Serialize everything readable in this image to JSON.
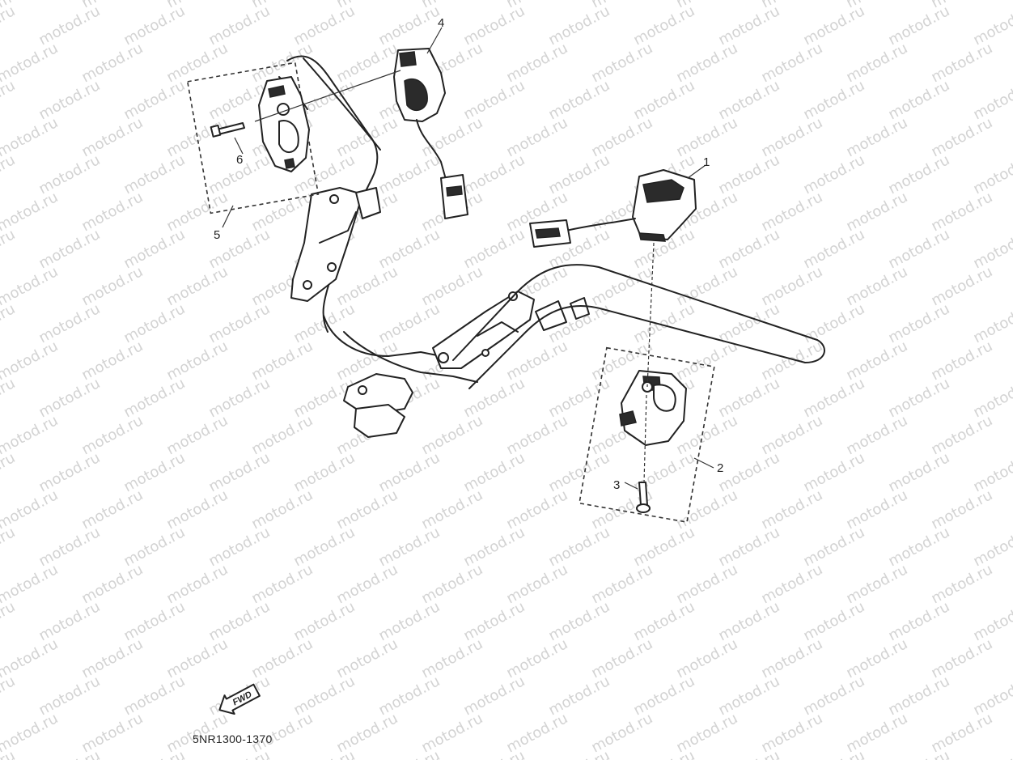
{
  "diagram": {
    "callouts": {
      "c1": "1",
      "c2": "2",
      "c3": "3",
      "c4": "4",
      "c5": "5",
      "c6": "6"
    },
    "fwd_label": "FWD",
    "part_code": "5NR1300-1370",
    "watermark": "motod.ru"
  }
}
